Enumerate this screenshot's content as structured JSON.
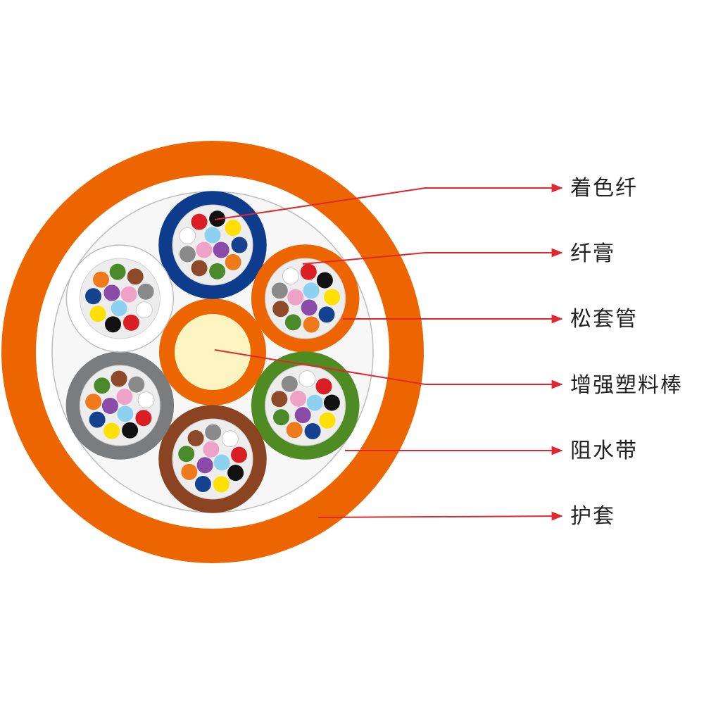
{
  "colors": {
    "jacket": "#EC6500",
    "water_blocking_tape": "#FFFFFF",
    "core_filling": "#F5F5F5",
    "rod_sheath": "#EC6500",
    "rod": "#FCF5C2",
    "leader_line": "#E1272D",
    "tube_gel": "#EDEDED"
  },
  "tubes": [
    {
      "name": "blue",
      "color": "#0D3C8C"
    },
    {
      "name": "orange",
      "color": "#EC6500"
    },
    {
      "name": "green",
      "color": "#4E8B23"
    },
    {
      "name": "brown",
      "color": "#8B4422"
    },
    {
      "name": "gray",
      "color": "#7A7C7E"
    },
    {
      "name": "white",
      "color": "#FFFFFF"
    }
  ],
  "fiber_colors": [
    {
      "name": "blue",
      "color": "#15428E"
    },
    {
      "name": "orange",
      "color": "#EE7A1B"
    },
    {
      "name": "green",
      "color": "#4A8A2A"
    },
    {
      "name": "brown",
      "color": "#8C4A2A"
    },
    {
      "name": "gray",
      "color": "#8A8A8A"
    },
    {
      "name": "white",
      "color": "#FFFFFF"
    },
    {
      "name": "red",
      "color": "#D91E24"
    },
    {
      "name": "black",
      "color": "#111111"
    },
    {
      "name": "yellow",
      "color": "#FFE000"
    },
    {
      "name": "violet",
      "color": "#8B4BA8"
    },
    {
      "name": "pink",
      "color": "#EFA2C8"
    },
    {
      "name": "aqua",
      "color": "#8CD2F0"
    }
  ],
  "labels": [
    {
      "key": "colored_fiber",
      "text": "着色纤"
    },
    {
      "key": "fiber_gel",
      "text": "纤膏"
    },
    {
      "key": "loose_tube",
      "text": "松套管"
    },
    {
      "key": "strength_rod",
      "text": "增强塑料棒"
    },
    {
      "key": "water_blocking_tape",
      "text": "阻水带"
    },
    {
      "key": "jacket",
      "text": "护套"
    }
  ]
}
